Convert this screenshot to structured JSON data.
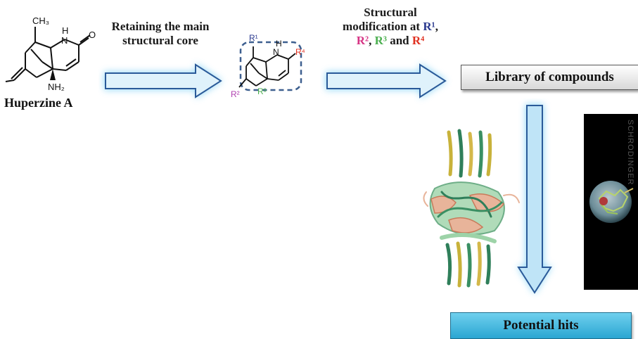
{
  "huperzine": {
    "name": "Huperzine A",
    "ch3": "CH₃",
    "nh": "H",
    "n": "N",
    "o": "O",
    "nh2": "NH₂"
  },
  "step1": {
    "line1": "Retaining the main",
    "line2": "structural core"
  },
  "scaffold": {
    "r1": "R¹",
    "r2": "R²",
    "r3": "R³",
    "r4": "R⁴",
    "nh": "H",
    "n": "N"
  },
  "step2": {
    "line1": "Structural",
    "line2_prefix": "modification at ",
    "r1": "R¹",
    "sep1": ",",
    "r2": "R²",
    "sep2": ", ",
    "r3": "R³",
    "and": " and ",
    "r4": "R⁴"
  },
  "library": {
    "label": "Library of compounds"
  },
  "docking_panel": {
    "watermark": "SCHRODINGER"
  },
  "hits": {
    "label": "Potential hits"
  },
  "colors": {
    "r1": "#2b3a8f",
    "r2": "#d63384",
    "r3": "#4caf50",
    "r4": "#e03020",
    "arrow_glow": "#8fd6f5",
    "arrow_fill": "#bfe4f7",
    "arrow_stroke": "#2a5a99",
    "scaffold_box": "#3d5f8f",
    "hits_fill": "#3cb4dc"
  }
}
